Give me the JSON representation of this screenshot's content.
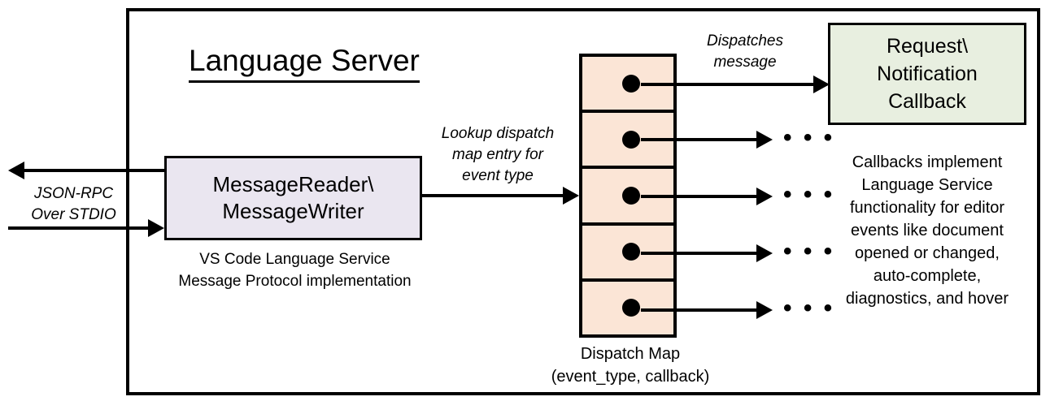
{
  "diagram": {
    "title": "Language Server",
    "colors": {
      "message_box_fill": "#EAE6F0",
      "dispatch_map_fill": "#FBE5D6",
      "callback_box_fill": "#E8EFE0",
      "stroke": "#000000",
      "background": "#FFFFFF"
    }
  },
  "external": {
    "transport_label_line1": "JSON-RPC",
    "transport_label_line2": "Over STDIO"
  },
  "message_io": {
    "box_line1": "MessageReader\\",
    "box_line2": "MessageWriter",
    "caption_line1": "VS Code Language Service",
    "caption_line2": "Message Protocol implementation"
  },
  "lookup_arrow": {
    "label_line1": "Lookup dispatch",
    "label_line2": "map entry for",
    "label_line3": "event type"
  },
  "dispatch_map": {
    "caption_line1": "Dispatch Map",
    "caption_line2": "(event_type, callback)",
    "rows": [
      {
        "index": 1,
        "marker": "callback-dot"
      },
      {
        "index": 2,
        "marker": "callback-dot"
      },
      {
        "index": 3,
        "marker": "callback-dot"
      },
      {
        "index": 4,
        "marker": "callback-dot"
      },
      {
        "index": 5,
        "marker": "callback-dot"
      }
    ],
    "row_targets": [
      {
        "index": 1,
        "target": "Request\\ Notification Callback",
        "ellipsis": ""
      },
      {
        "index": 2,
        "target": "",
        "ellipsis": "• • •"
      },
      {
        "index": 3,
        "target": "",
        "ellipsis": "• • •"
      },
      {
        "index": 4,
        "target": "",
        "ellipsis": "• • •"
      },
      {
        "index": 5,
        "target": "",
        "ellipsis": "• • •"
      }
    ]
  },
  "dispatch_arrow": {
    "label_line1": "Dispatches",
    "label_line2": "message"
  },
  "callback": {
    "box_line1": "Request\\",
    "box_line2": "Notification",
    "box_line3": "Callback",
    "caption_line1": "Callbacks implement",
    "caption_line2": "Language Service",
    "caption_line3": "functionality for editor",
    "caption_line4": "events like document",
    "caption_line5": "opened or changed,",
    "caption_line6": "auto-complete,",
    "caption_line7": "diagnostics, and hover"
  }
}
